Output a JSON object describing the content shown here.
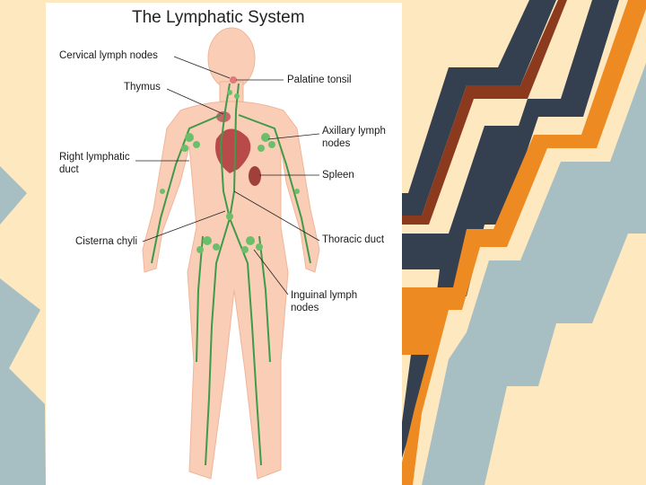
{
  "slide": {
    "background_color": "#fde8c0",
    "stripe_colors": [
      "#34404f",
      "#8b3a1e",
      "#ee8a22",
      "#a7bfc2"
    ]
  },
  "diagram": {
    "title": "The Lymphatic System",
    "labels": {
      "cervical": "Cervical lymph nodes",
      "thymus": "Thymus",
      "right_duct": "Right lymphatic duct",
      "cisterna": "Cisterna chyli",
      "palatine": "Palatine tonsil",
      "axillary": "Axillary lymph nodes",
      "spleen": "Spleen",
      "thoracic": "Thoracic duct",
      "inguinal": "Inguinal lymph nodes"
    },
    "colors": {
      "skin": "#f9cdb6",
      "skin_outline": "#f0b598",
      "lymph_vessel": "#3f9a4a",
      "node": "#6cbf6a",
      "heart": "#b84a4a",
      "spleen": "#a0403a",
      "vein": "#4a7fb8"
    }
  }
}
